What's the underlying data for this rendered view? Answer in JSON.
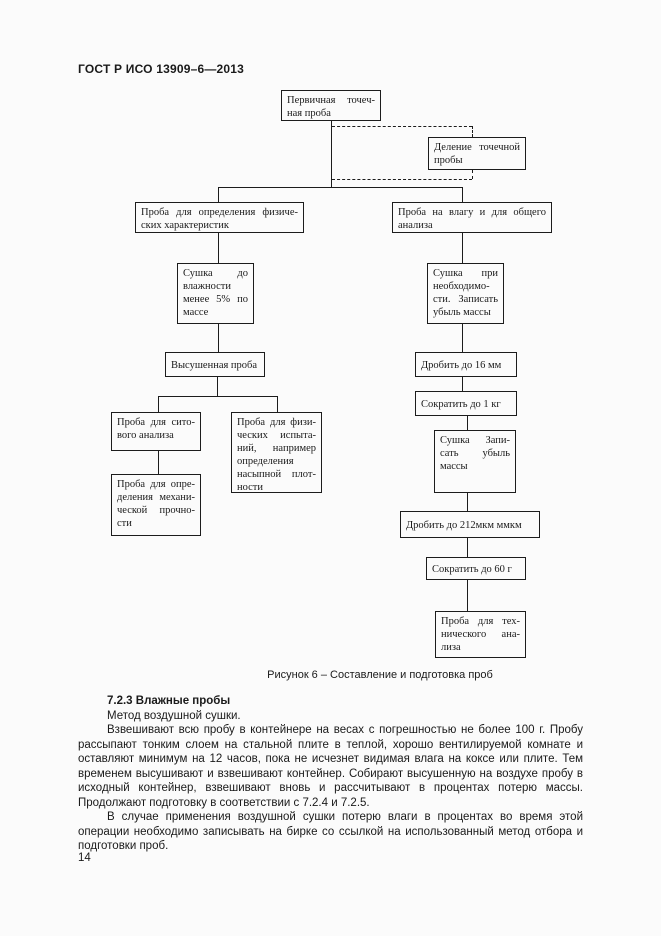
{
  "page": {
    "header": "ГОСТ Р ИСО 13909–6—2013",
    "page_number": "14"
  },
  "figure": {
    "caption": "Рисунок 6 – Составление и подготовка проб",
    "nodes": {
      "primary": "Первичная точеч-ная проба",
      "division": "Деление точечной пробы",
      "physical_char": "Проба для определения физиче-ских характеристик",
      "moisture": "Проба на влагу и для общего анализа",
      "drying5": "Сушка до влажности менее 5% по массе",
      "drying_record": "Сушка при необходимо-сти. Записать убыль массы",
      "dried_sample": "Высушенная проба",
      "crush16": "Дробить до 16 мм",
      "reduce1kg": "Сократить до 1 кг",
      "sieve": "Проба для сито-вого анализа",
      "phys_tests": "Проба для физи-ческих испыта-ний, например определения насыпной плот-ности",
      "dry_record2": "Сушка Запи-сать убыль массы",
      "mech_strength": "Проба для опре-деления механи-ческой прочно-сти",
      "crush212": "Дробить до 212мкм ммкм",
      "reduce60g": "Сократить до 60 г",
      "tech_analysis": "Проба для тех-нического ана-лиза"
    }
  },
  "section": {
    "heading": "7.2.3 Влажные пробы",
    "subheading": "Метод воздушной сушки.",
    "paragraphs": [
      "Взвешивают всю пробу в контейнере на весах с погрешностью не более 100 г.  Пробу рассыпают тонким слоем на стальной плите в теплой, хорошо вентилируемой комнате и оставляют минимум на 12 часов, пока не исчезнет видимая влага на коксе или плите. Тем временем высушивают и взвешивают контейнер. Собирают высушенную на воздухе пробу в исходный контейнер, взвешивают вновь и рассчитывают в процентах потерю массы. Продолжают подготовку в соответствии с 7.2.4 и 7.2.5.",
      "В случае применения воздушной сушки потерю влаги в процентах во время этой операции необходимо записывать на бирке со ссылкой на использованный метод отбора и подготовки проб."
    ]
  }
}
